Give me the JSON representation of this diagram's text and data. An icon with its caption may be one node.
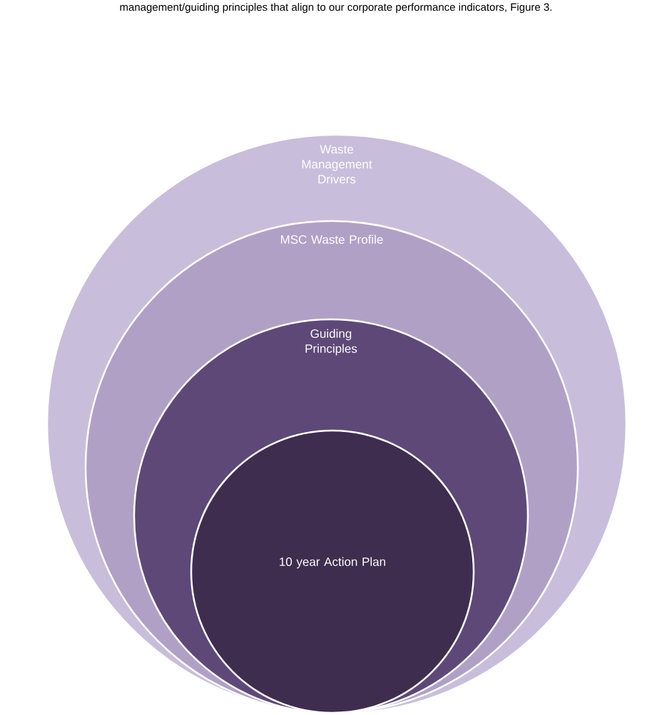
{
  "diagram": {
    "nodes": [
      {
        "text": [
          "Waste Management Drivers"
        ]
      },
      {
        "text": [
          "MSC Waste Profile"
        ],
        "in": 0
      },
      {
        "text": [
          "Guiding Principles"
        ],
        "in": 1
      },
      {
        "text": [
          "10 year Action Plan"
        ],
        "in": 2
      }
    ],
    "labels": [
      "management/guiding principles that align to our corporate performance indicators, Figure 3."
    ]
  }
}
